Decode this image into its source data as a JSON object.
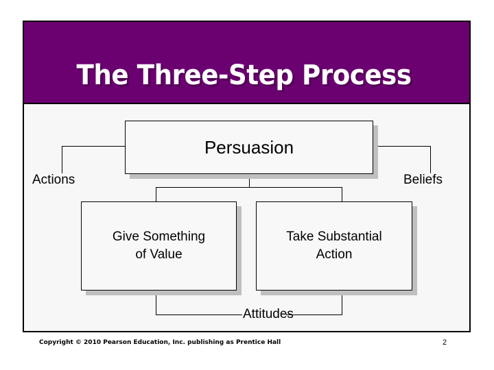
{
  "slide": {
    "title": "The Three-Step Process",
    "title_band_color": "#6B0070",
    "title_text_color": "#FFFFFF",
    "panel_background": "#F7F7F7",
    "line_color": "#000000",
    "box_shadow_color": "#BFBFBF"
  },
  "diagram": {
    "type": "flow-diagram",
    "boxes": [
      {
        "id": "persuasion",
        "label": "Persuasion"
      },
      {
        "id": "give-something-of-value",
        "line1": "Give Something",
        "line2": "of Value"
      },
      {
        "id": "take-substantial-action",
        "line1": "Take Substantial",
        "line2": "Action"
      }
    ],
    "labels": {
      "left": "Actions",
      "right": "Beliefs",
      "bottom": "Attitudes"
    }
  },
  "footer": {
    "copyright": "Copyright © 2010 Pearson Education, Inc. publishing as Prentice Hall",
    "page_number": "2"
  }
}
